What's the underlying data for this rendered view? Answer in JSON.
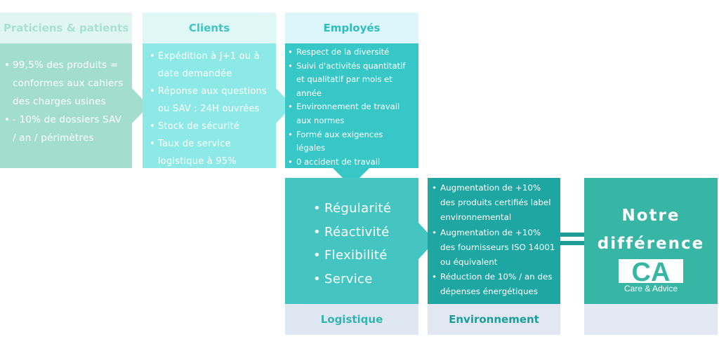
{
  "columns": {
    "praticiens": {
      "title": "Praticiens & patients",
      "items": [
        "99,5% des produits = conformes aux cahiers des charges usines",
        "- 10% de dossiers SAV / an / périmètres"
      ]
    },
    "clients": {
      "title": "Clients",
      "items": [
        "Expédition à J+1 ou à date demandée",
        "Réponse aux questions ou SAV : 24H ouvrées",
        "Stock de sécurité",
        "Taux de service logistique à 95%"
      ]
    },
    "employes": {
      "title": "Employés",
      "items": [
        "Respect de la diversité",
        "Suivi d'activités quantitatif et qualitatif par mois et année",
        "Environnement de travail aux normes",
        "Formé aux exigences légales",
        "0 accident de travail"
      ]
    },
    "logistique": {
      "title": "Logistique",
      "items": [
        "Régularité",
        "Réactivité",
        "Flexibilité",
        "Service"
      ]
    },
    "environnement": {
      "title": "Environnement",
      "items": [
        "Augmentation de +10% des produits certifiés label environnemental",
        "Augmentation de +10% des fournisseurs ISO 14001 ou équivalent",
        "Réduction de 10% / an des dépenses énergétiques"
      ]
    },
    "difference": {
      "line1": "Notre",
      "line2": "différence",
      "logo_text": "CA",
      "logo_caption": "Care & Advice"
    }
  },
  "colors": {
    "teal_dark": "#1da6a2",
    "teal": "#37c7c6",
    "mint": "#a3ddcc",
    "aqua": "#8de9e6",
    "green": "#37b6a5"
  }
}
